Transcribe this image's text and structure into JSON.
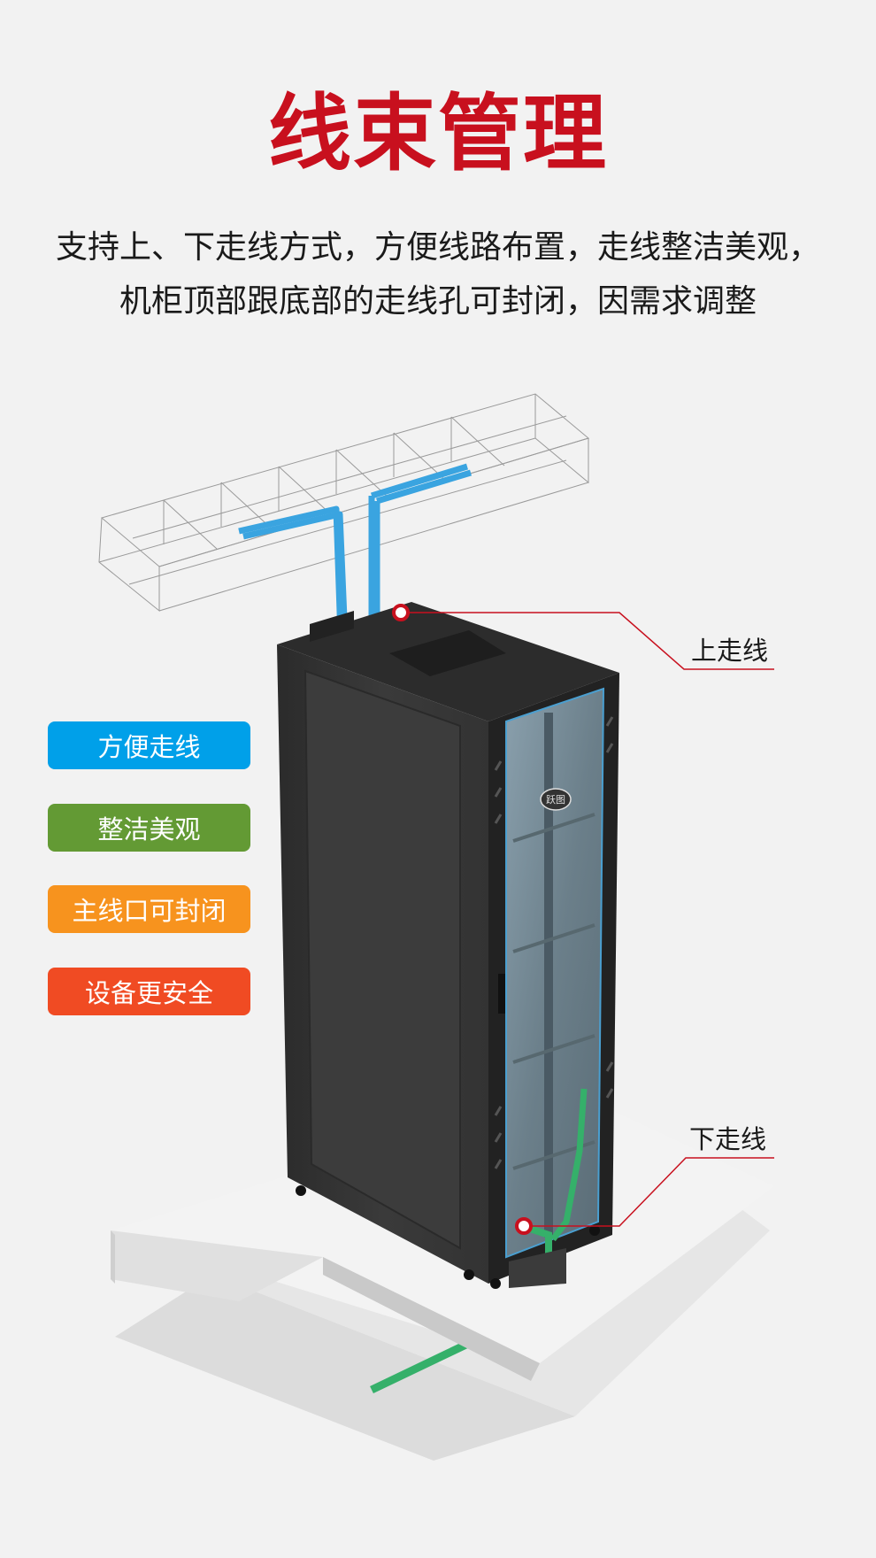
{
  "title": "线束管理",
  "description": {
    "line1": "支持上、下走线方式，方便线路布置，走线整洁美观，",
    "line2": "机柜顶部跟底部的走线孔可封闭，因需求调整"
  },
  "features": [
    {
      "label": "方便走线",
      "color": "#00a0e9"
    },
    {
      "label": "整洁美观",
      "color": "#639a34"
    },
    {
      "label": "主线口可封闭",
      "color": "#f7931e"
    },
    {
      "label": "设备更安全",
      "color": "#f04b23"
    }
  ],
  "callouts": {
    "top": "上走线",
    "bottom": "下走线"
  },
  "cabinet": {
    "logo_text": "跃图"
  },
  "colors": {
    "title_red": "#c8101e",
    "cable_blue": "#3aa4e0",
    "cable_green": "#35b06a",
    "callout_line": "#c8101e"
  }
}
